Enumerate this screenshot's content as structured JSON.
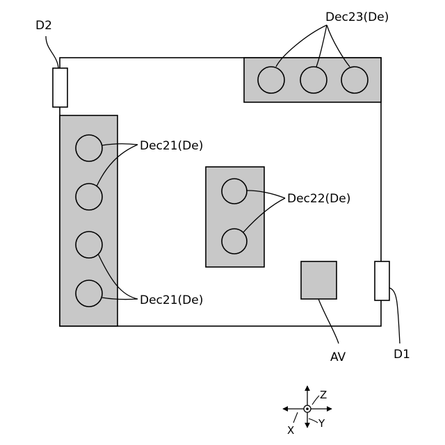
{
  "labels": {
    "d2": "D2",
    "d1": "D1",
    "dec23": "Dec23(De)",
    "dec21_top": "Dec21(De)",
    "dec21_bottom": "Dec21(De)",
    "dec22": "Dec22(De)",
    "av": "AV"
  },
  "axes": {
    "z": "Z",
    "x": "X",
    "y": "Y"
  },
  "colors": {
    "panel_fill": "#c8c8c8",
    "stroke": "#000000",
    "background": "#ffffff"
  }
}
